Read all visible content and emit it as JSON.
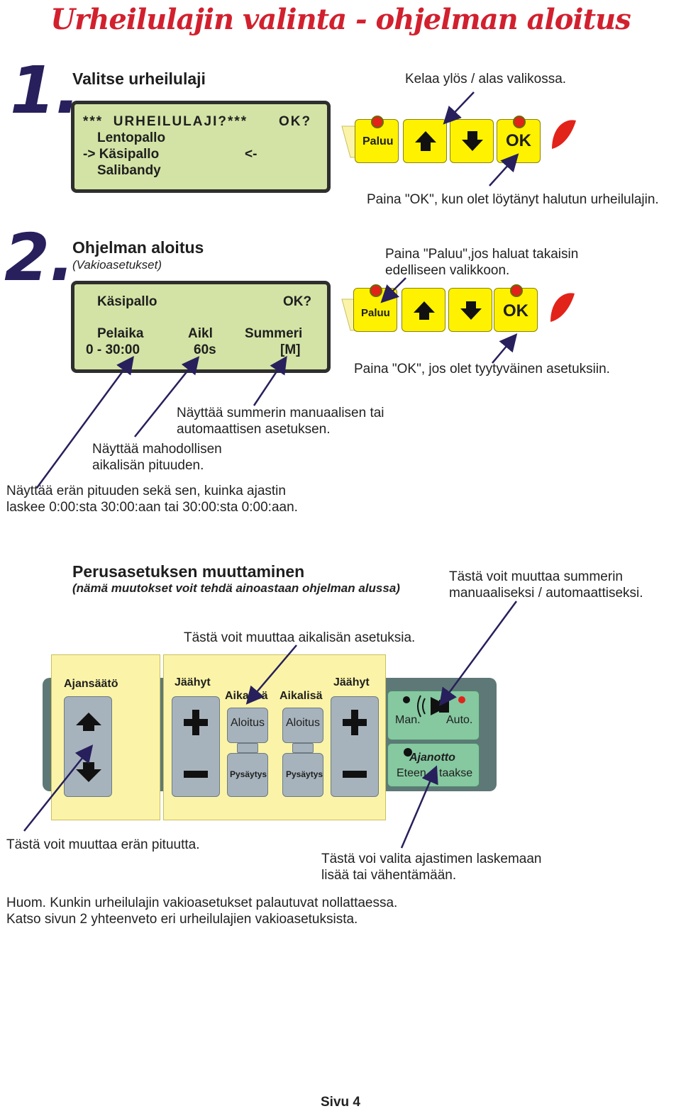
{
  "title": "Urheilulajin valinta - ohjelman aloitus",
  "step1": {
    "number": "1.",
    "heading": "Valitse urheilulaji",
    "lcd": {
      "line1_left": "***  URHEILULAJI?***",
      "line1_right": "OK?",
      "line2": "Lentopallo",
      "line3_left": "-> Käsipallo",
      "line3_right": "<-",
      "line4": "Salibandy"
    },
    "keypad": {
      "back_label": "Paluu",
      "ok_label": "OK"
    },
    "note_scroll": "Kelaa ylös / alas valikossa.",
    "note_ok": "Paina \"OK\", kun olet löytänyt halutun urheilulajin."
  },
  "step2": {
    "number": "2.",
    "heading": "Ohjelman aloitus",
    "subheading": "(Vakioasetukset)",
    "lcd": {
      "sport": "Käsipallo",
      "ok": "OK?",
      "col1_label": "Pelaika",
      "col1_value": "0 - 30:00",
      "col2_label": "Aikl",
      "col2_value": "60s",
      "col3_label": "Summeri",
      "col3_value": "[M]"
    },
    "keypad": {
      "back_label": "Paluu",
      "ok_label": "OK"
    },
    "note_back": "Paina \"Paluu\",jos haluat takaisin edelliseen valikkoon.",
    "note_ok": "Paina \"OK\", jos olet tyytyväinen asetuksiin.",
    "note_buzzer": "Näyttää summerin manuaalisen tai automaattisen asetuksen.",
    "note_timeout": "Näyttää mahodollisen aikalisän pituuden.",
    "note_period": "Näyttää erän pituuden sekä sen, kuinka ajastin laskee 0:00:sta 30:00:aan tai 30:00:sta 0:00:aan."
  },
  "section3": {
    "heading": "Perusasetuksen muuttaminen",
    "subheading": "(nämä muutokset voit tehdä ainoastaan ohjelman alussa)",
    "note_buzzer": "Tästä voit muuttaa summerin manuaaliseksi / automaattiseksi.",
    "note_timeout": "Tästä voit muuttaa aikalisän asetuksia.",
    "note_period": "Tästä voit muuttaa erän pituutta.",
    "note_direction": "Tästä voi valita ajastimen laskemaan lisää tai vähentämään.",
    "panel": {
      "time_adjust": "Ajansäätö",
      "cooldown_left": "Jäähyt",
      "cooldown_right": "Jäähyt",
      "timeout_left": "Aikalisä",
      "timeout_right": "Aikalisä",
      "start_left": "Aloitus",
      "start_right": "Aloitus",
      "stop_left": "Pysäytys",
      "stop_right": "Pysäytys",
      "manual": "Man.",
      "auto": "Auto.",
      "timing": "Ajanotto",
      "forward": "Eteen",
      "backward": "taakse"
    }
  },
  "footer": {
    "reset_note": "Huom. Kunkin urheilulajin vakioasetukset palautuvat nollattaessa.",
    "summary_note": "Katso sivun 2 yhteenveto eri urheilulajien vakioasetuksista.",
    "page": "Sivu 4"
  }
}
